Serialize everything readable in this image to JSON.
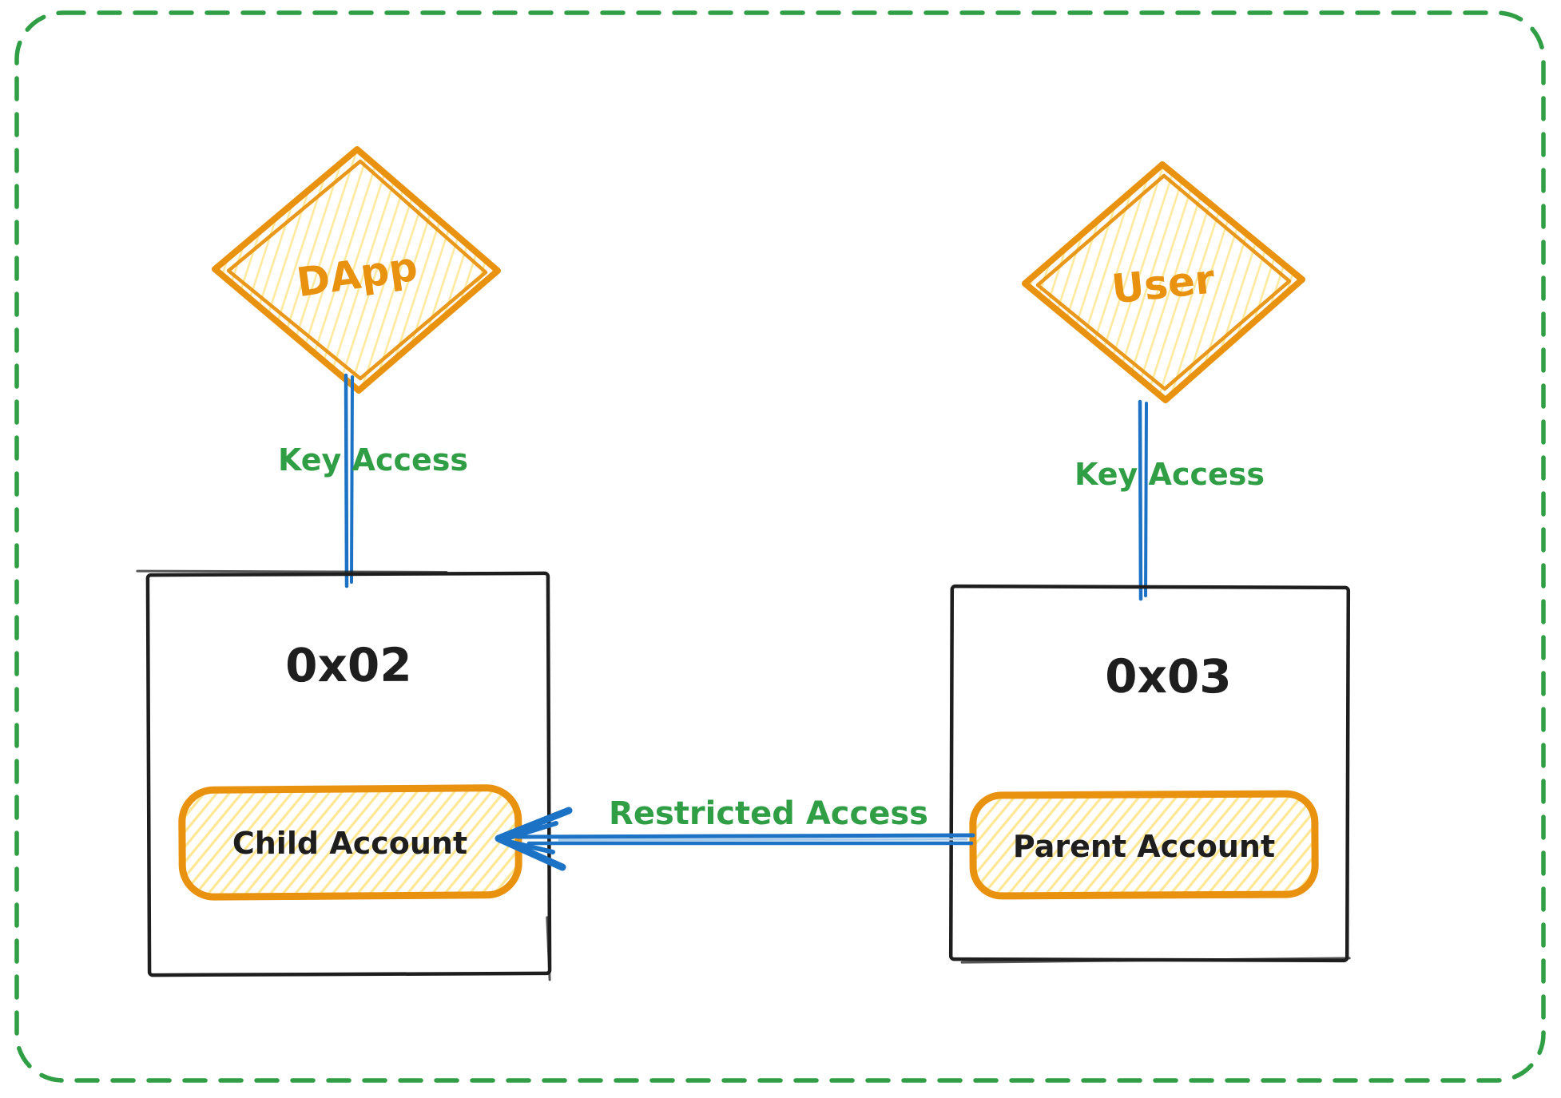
{
  "diagram": {
    "nodes": {
      "dapp": {
        "label": "DApp",
        "shape": "diamond"
      },
      "user": {
        "label": "User",
        "shape": "diamond"
      }
    },
    "boxes": {
      "left": {
        "title": "0x02",
        "account_label": "Child Account"
      },
      "right": {
        "title": "0x03",
        "account_label": "Parent Account"
      }
    },
    "edges": {
      "dapp_key": {
        "label": "Key Access",
        "from": "DApp",
        "to": "0x02"
      },
      "user_key": {
        "label": "Key Access",
        "from": "User",
        "to": "0x03"
      },
      "restricted": {
        "label": "Restricted Access",
        "from": "Parent Account",
        "to": "Child Account",
        "direction": "left"
      }
    },
    "colors": {
      "orange_stroke": "#e89210",
      "yellow_hatch_fill": "#ffd43b",
      "green": "#2f9e44",
      "blue": "#1c72c4",
      "blue_light": "#a8cbe9",
      "black": "#1e1e1e",
      "background": "#ffffff"
    }
  }
}
